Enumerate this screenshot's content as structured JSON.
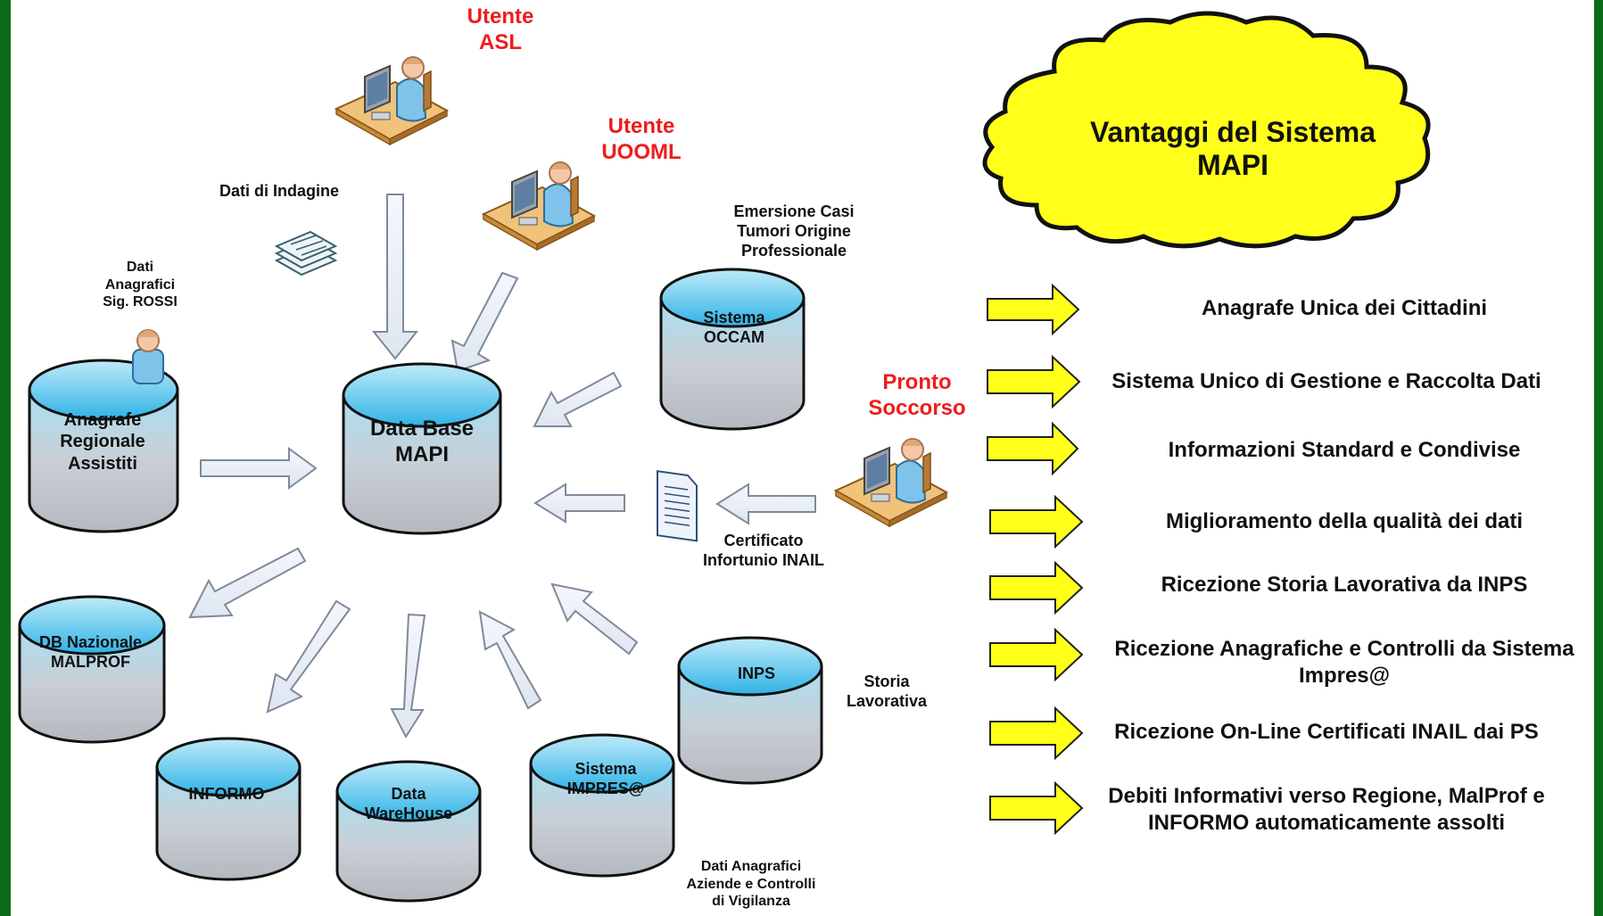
{
  "users": {
    "asl": "Utente\nASL",
    "uooml": "Utente\nUOOML",
    "pronto_soccorso": "Pronto\nSoccorso"
  },
  "labels": {
    "dati_indagine": "Dati di Indagine",
    "dati_anagrafici_rossi": "Dati\nAnagrafici\nSig. ROSSI",
    "emersione": "Emersione Casi\nTumori Origine\nProfessionale",
    "certificato": "Certificato\nInfortunio INAIL",
    "storia": "Storia\nLavorativa",
    "dati_aziende": "Dati Anagrafici\nAziende e Controlli\ndi Vigilanza"
  },
  "databases": {
    "mapi": "Data Base\nMAPI",
    "anagrafe": "Anagrafe\nRegionale\nAssistiti",
    "occam": "Sistema\nOCCAM",
    "malprof": "DB Nazionale\nMALPROF",
    "informo": "INFORMO",
    "warehouse": "Data\nWareHouse",
    "impresa": "Sistema\nIMPRES@",
    "inps": "INPS"
  },
  "cloud_title": "Vantaggi del Sistema MAPI",
  "benefits": [
    "Anagrafe Unica dei Cittadini",
    "Sistema Unico di Gestione e Raccolta Dati",
    "Informazioni Standard e Condivise",
    "Miglioramento della qualità dei dati",
    "Ricezione Storia Lavorativa da INPS",
    "Ricezione Anagrafiche e Controlli da\nSistema Impres@",
    "Ricezione On-Line Certificati INAIL dai PS",
    "Debiti Informativi verso Regione, MalProf e\nINFORMO automaticamente assolti"
  ],
  "colors": {
    "frame": "#0b6b1a",
    "user_label": "#ee1c1c",
    "cloud_fill": "#ffff1a",
    "benefit_arrow": "#ffff1a",
    "flow_arrow": "#e9eef7",
    "db_top": "#5fc4ec",
    "db_body": "#c8ccd2"
  }
}
